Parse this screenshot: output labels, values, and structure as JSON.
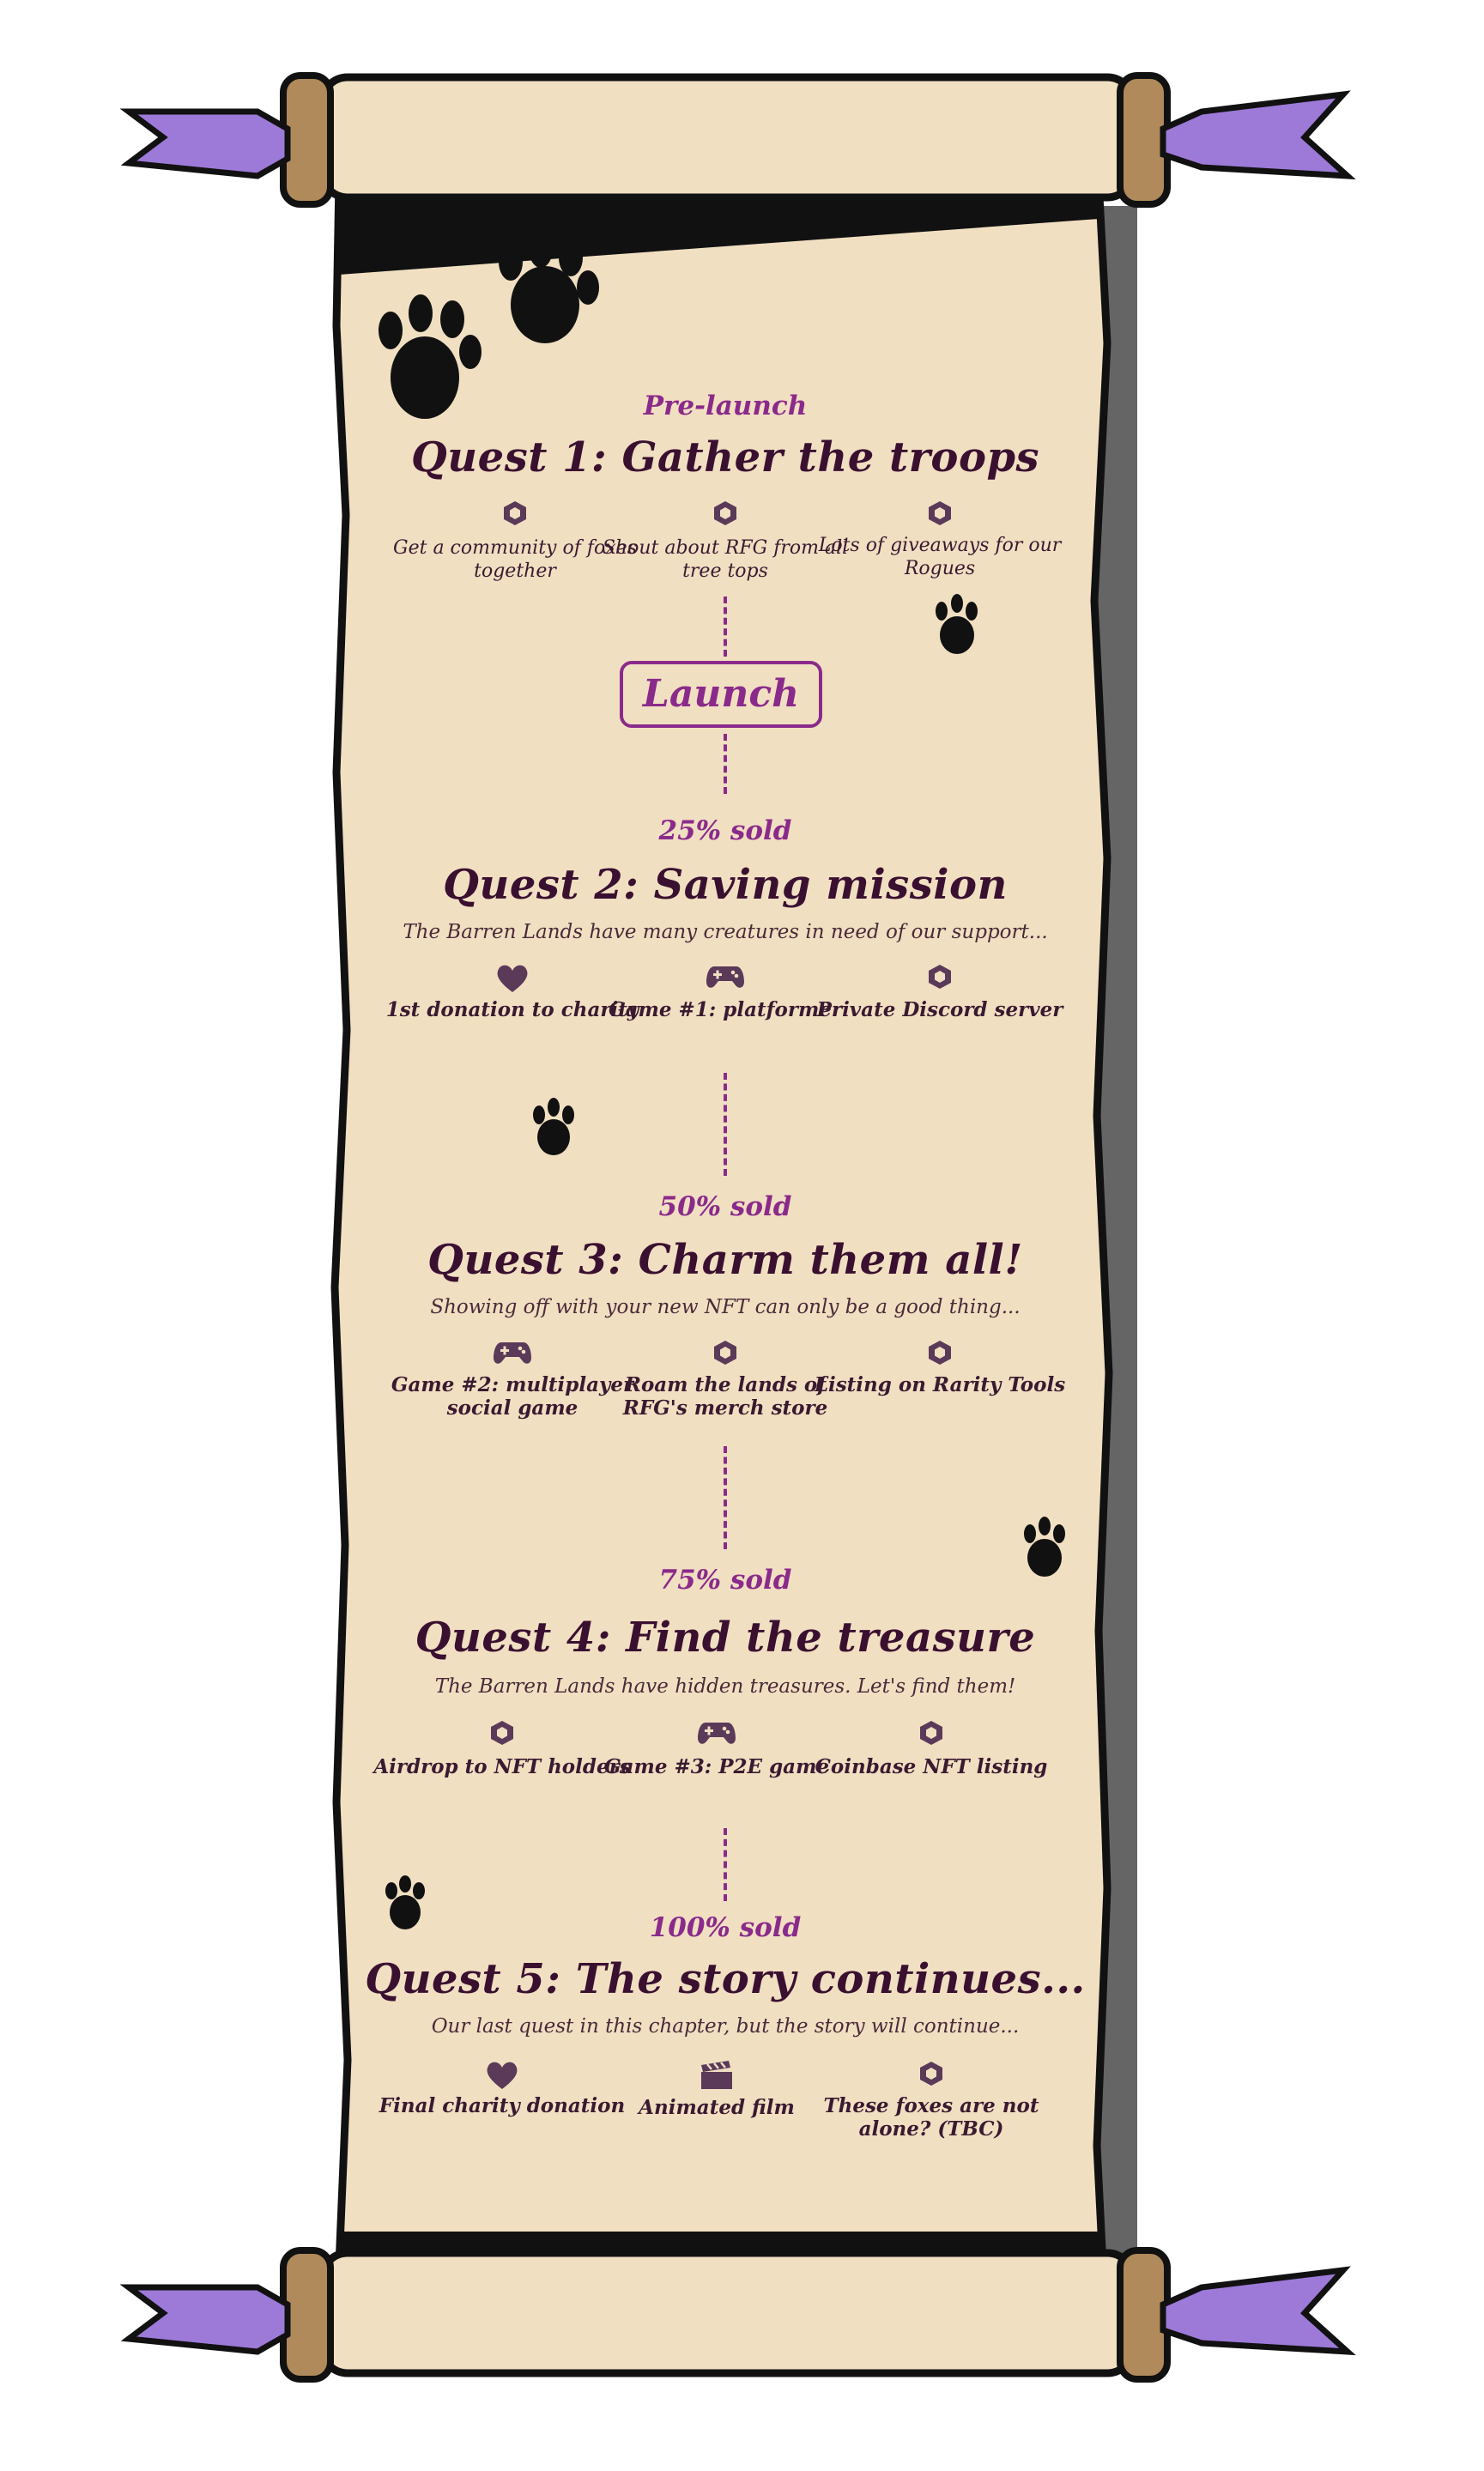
{
  "colors": {
    "accent": "#8a2a8a",
    "title": "#3a1030",
    "parchment": "#f1dfc2",
    "ink": "#111111",
    "ribbon": "#9d7ad8"
  },
  "prelaunch_label": "Pre-launch",
  "launch_button": "Launch",
  "quests": [
    {
      "title": "Quest 1: Gather the troops",
      "subtitle": "",
      "items": [
        {
          "text": "Get a community of foxes together",
          "icon": "hexagon-icon"
        },
        {
          "text": "Shout about RFG from all tree tops",
          "icon": "hexagon-icon"
        },
        {
          "text": "Lots of giveaways for our Rogues",
          "icon": "hexagon-icon"
        }
      ]
    },
    {
      "milestone": "25% sold",
      "title": "Quest 2: Saving mission",
      "subtitle": "The Barren Lands have many creatures in need of our support...",
      "items": [
        {
          "text": "1st donation to charity",
          "icon": "heart-icon"
        },
        {
          "text": "Game #1: platformer",
          "icon": "gamepad-icon"
        },
        {
          "text": "Private Discord server",
          "icon": "hexagon-icon"
        }
      ]
    },
    {
      "milestone": "50% sold",
      "title": "Quest 3: Charm them all!",
      "subtitle": "Showing off with your new NFT can only be a good thing...",
      "items": [
        {
          "text": "Game #2: multiplayer social game",
          "icon": "gamepad-icon"
        },
        {
          "text": "Roam the lands of RFG's merch store",
          "icon": "hexagon-icon"
        },
        {
          "text": "Listing on Rarity Tools",
          "icon": "hexagon-icon"
        }
      ]
    },
    {
      "milestone": "75% sold",
      "title": "Quest 4: Find the treasure",
      "subtitle": "The Barren Lands have hidden treasures. Let's find them!",
      "items": [
        {
          "text": "Airdrop to NFT holders",
          "icon": "hexagon-icon"
        },
        {
          "text": "Game #3: P2E game",
          "icon": "gamepad-icon"
        },
        {
          "text": "Coinbase NFT listing",
          "icon": "hexagon-icon"
        }
      ]
    },
    {
      "milestone": "100% sold",
      "title": "Quest 5: The story continues...",
      "subtitle": "Our last quest in this chapter, but the story will continue...",
      "items": [
        {
          "text": "Final charity donation",
          "icon": "heart-icon"
        },
        {
          "text": "Animated film",
          "icon": "clapperboard-icon"
        },
        {
          "text": "These foxes are not alone? (TBC)",
          "icon": "hexagon-icon"
        }
      ]
    }
  ]
}
